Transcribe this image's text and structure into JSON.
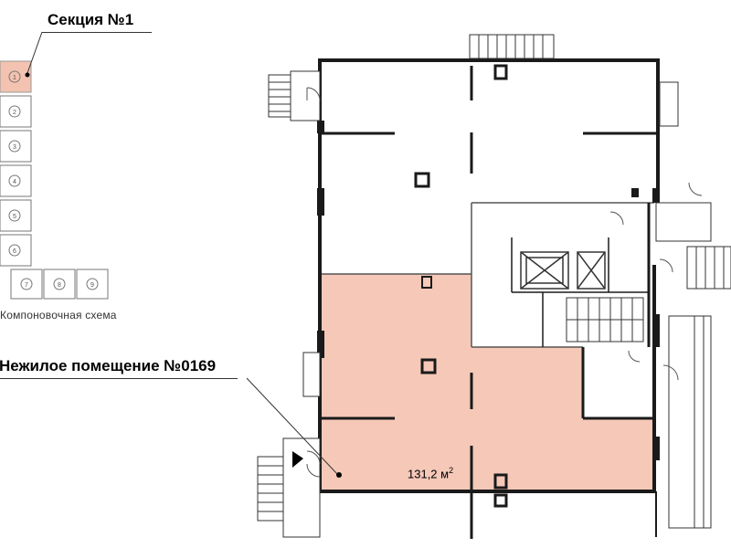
{
  "section": {
    "title": "Секция №1"
  },
  "scheme": {
    "caption": "Компоновочная схема",
    "blocks": [
      "1",
      "2",
      "3",
      "4",
      "5",
      "6",
      "7",
      "8",
      "9"
    ],
    "selected_block": "1",
    "selected_color": "#f4c2b0"
  },
  "unit": {
    "title": "Нежилое помещение №0169",
    "area_value": "131,2 м",
    "area_unit_sup": "2",
    "fill_color": "#f5c8b8"
  },
  "plan": {
    "wall_color": "#1a1a1a",
    "line_color": "#555555"
  }
}
